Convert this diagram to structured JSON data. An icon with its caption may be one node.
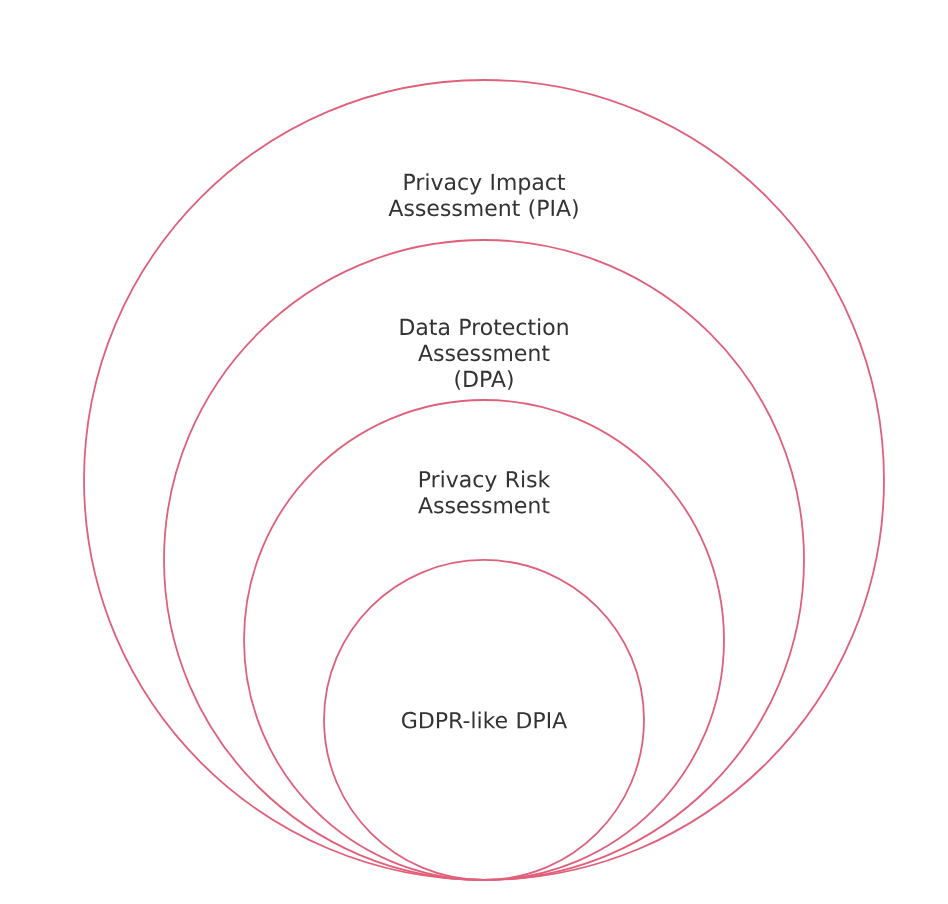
{
  "diagram": {
    "nodes": [
      {
        "text": [
          "Privacy Impact Assessment (PIA)"
        ]
      },
      {
        "text": [
          "Data Protection Assessment (DPA)"
        ],
        "in": 0
      },
      {
        "text": [
          "Privacy Risk Assessment"
        ],
        "in": 1
      },
      {
        "text": [
          "GDPR-like DPIA"
        ],
        "in": 2
      }
    ]
  }
}
